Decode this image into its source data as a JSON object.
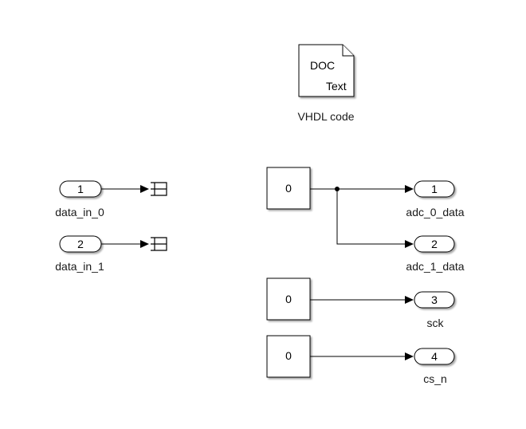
{
  "doc_block": {
    "top_text": "DOC",
    "bottom_text": "Text",
    "caption": "VHDL code"
  },
  "inports": [
    {
      "number": "1",
      "name": "data_in_0"
    },
    {
      "number": "2",
      "name": "data_in_1"
    }
  ],
  "constants": [
    {
      "value": "0"
    },
    {
      "value": "0"
    },
    {
      "value": "0"
    }
  ],
  "outports": [
    {
      "number": "1",
      "name": "adc_0_data"
    },
    {
      "number": "2",
      "name": "adc_1_data"
    },
    {
      "number": "3",
      "name": "sck"
    },
    {
      "number": "4",
      "name": "cs_n"
    }
  ]
}
